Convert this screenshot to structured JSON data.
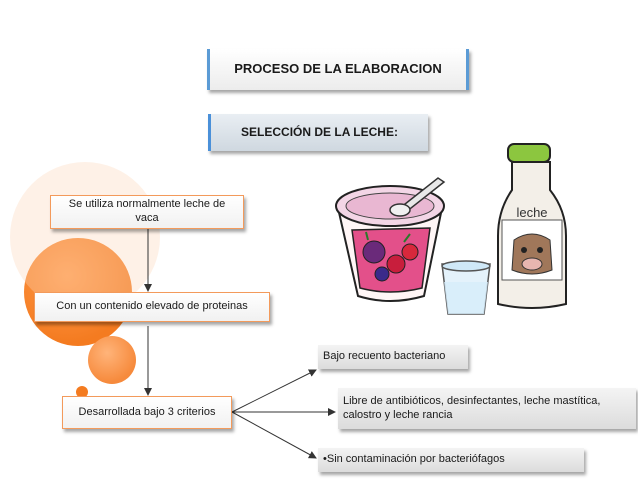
{
  "header": {
    "title": "PROCESO DE LA ELABORACION",
    "subtitle": "SELECCIÓN DE LA LECHE:"
  },
  "flow": {
    "step1": "Se utiliza normalmente leche de vaca",
    "step2": "Con un contenido elevado de proteinas",
    "step3": "Desarrollada bajo 3 criterios"
  },
  "criteria": [
    "Bajo recuento bacteriano",
    "Libre de antibióticos, desinfectantes, leche mastítica, calostro y leche rancia",
    "•Sin contaminación por bacteriófagos"
  ],
  "illustration": {
    "bottle_label": "leche"
  },
  "colors": {
    "accent_orange": "#f47b20",
    "accent_blue": "#5b9bd5",
    "box_border": "#f39a5b"
  }
}
